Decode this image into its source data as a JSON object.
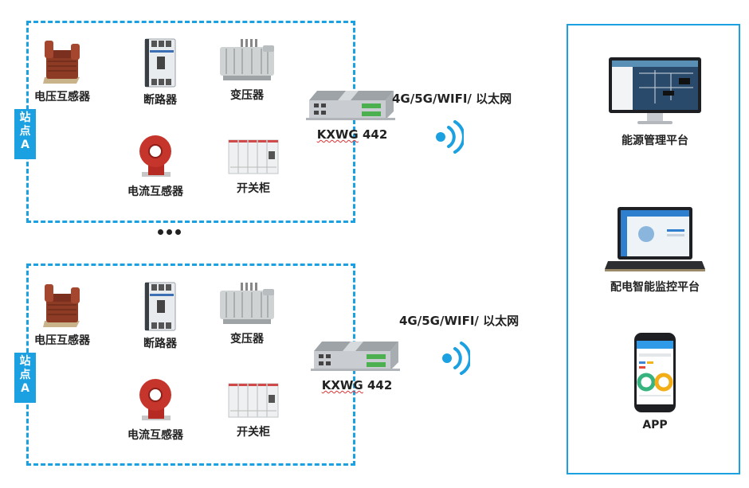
{
  "stations": [
    {
      "badge": [
        "站",
        "点",
        "A"
      ],
      "devices": [
        {
          "name": "voltage-transformer",
          "label": "电压互感器"
        },
        {
          "name": "circuit-breaker",
          "label": "断路器"
        },
        {
          "name": "power-transformer",
          "label": "变压器"
        },
        {
          "name": "current-transformer",
          "label": "电流互感器"
        },
        {
          "name": "switchgear",
          "label": "开关柜"
        }
      ],
      "gateway": {
        "model_prefix": "KXWG",
        "model_number": " 442"
      },
      "network_label": "4G/5G/WIFI/ 以太网"
    },
    {
      "badge": [
        "站",
        "点",
        "A"
      ],
      "devices": [
        {
          "name": "voltage-transformer",
          "label": "电压互感器"
        },
        {
          "name": "circuit-breaker",
          "label": "断路器"
        },
        {
          "name": "power-transformer",
          "label": "变压器"
        },
        {
          "name": "current-transformer",
          "label": "电流互感器"
        },
        {
          "name": "switchgear",
          "label": "开关柜"
        }
      ],
      "gateway": {
        "model_prefix": "KXWG",
        "model_number": " 442"
      },
      "network_label": "4G/5G/WIFI/ 以太网"
    }
  ],
  "ellipsis_icon": "more-dots-icon",
  "wireless_icon": "wifi-signal-icon",
  "platforms": [
    {
      "name": "energy-management-platform",
      "label": "能源管理平台",
      "icon": "monitor-icon"
    },
    {
      "name": "distribution-monitoring-platform",
      "label": "配电智能监控平台",
      "icon": "laptop-icon"
    },
    {
      "name": "mobile-app",
      "label": "APP",
      "icon": "smartphone-icon"
    }
  ],
  "colors": {
    "accent": "#1ba1e2",
    "text": "#222222"
  }
}
